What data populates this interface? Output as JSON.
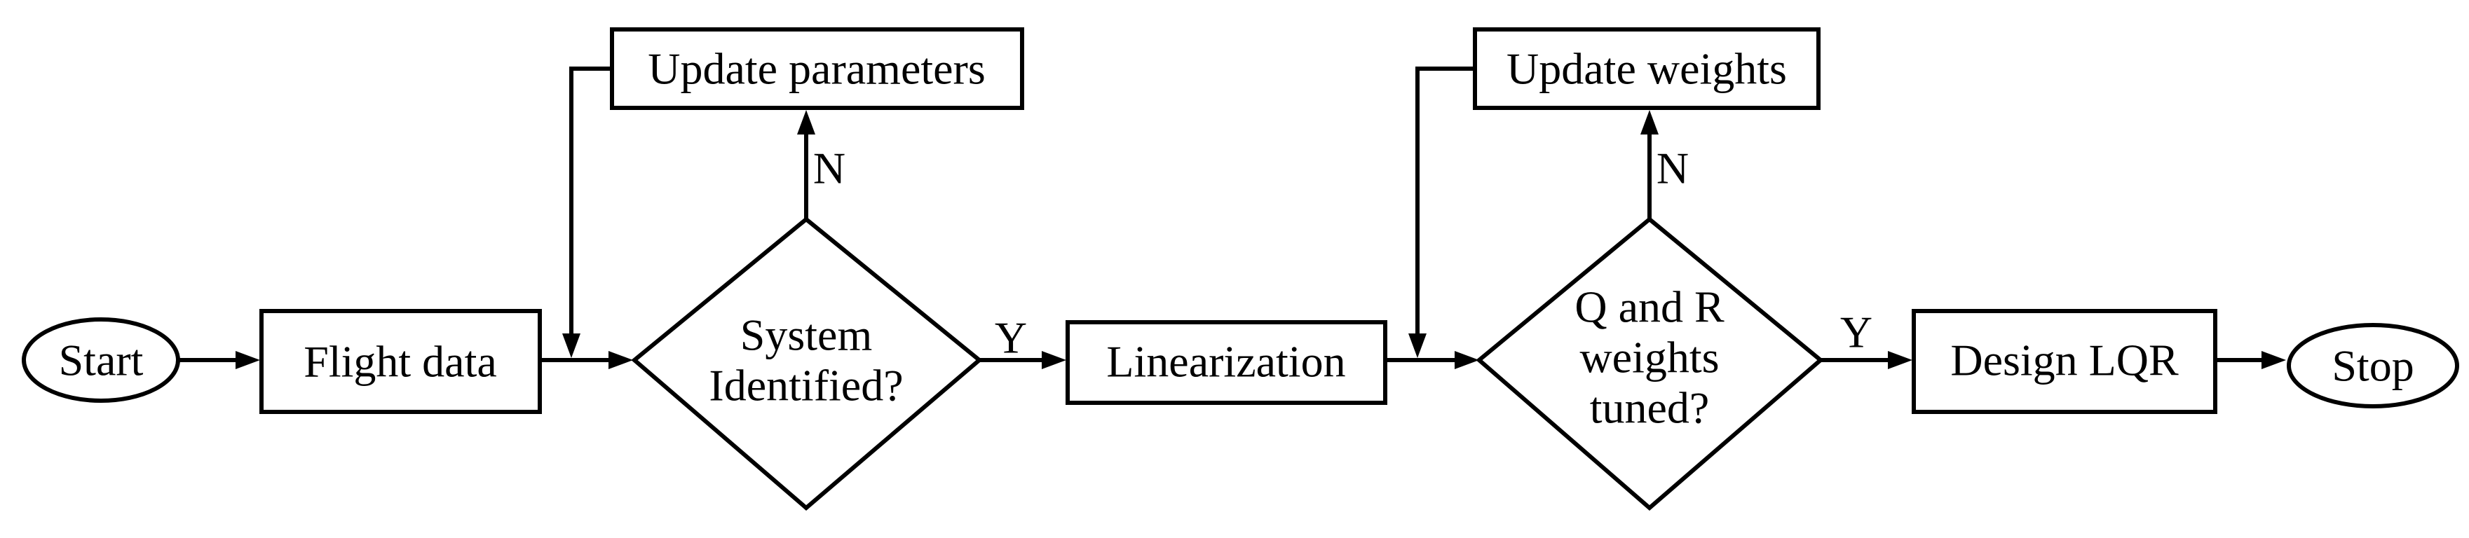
{
  "nodes": {
    "start": "Start",
    "flight_data": "Flight data",
    "system_identified": [
      "System",
      "Identified?"
    ],
    "update_parameters": "Update parameters",
    "linearization": "Linearization",
    "weights_tuned": [
      "Q and R",
      "weights",
      "tuned?"
    ],
    "update_weights": "Update weights",
    "design_lqr": "Design LQR",
    "stop": "Stop"
  },
  "edge_labels": {
    "sysid_yes": "Y",
    "sysid_no": "N",
    "weights_yes": "Y",
    "weights_no": "N"
  }
}
